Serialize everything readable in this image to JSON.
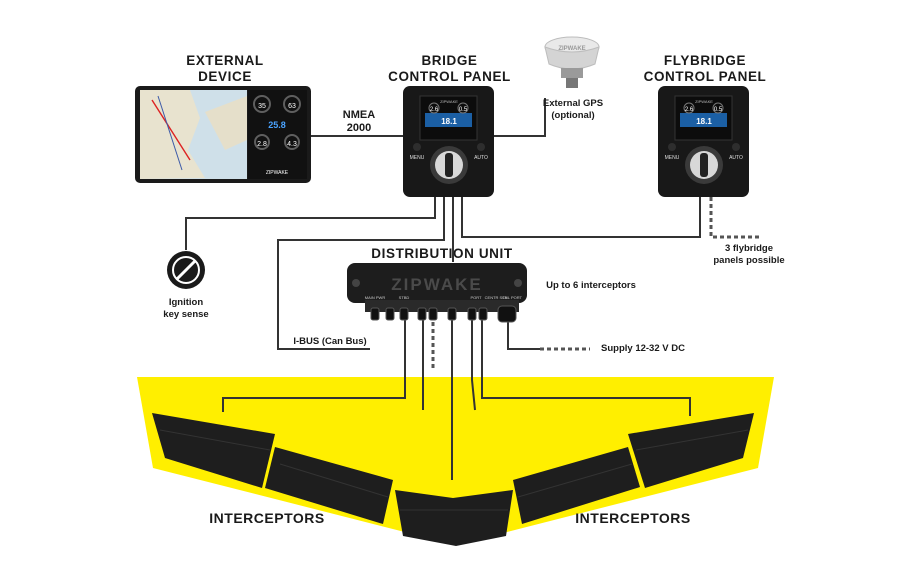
{
  "labels": {
    "external_device": [
      "EXTERNAL",
      "DEVICE"
    ],
    "bridge_panel": [
      "BRIDGE",
      "CONTROL PANEL"
    ],
    "flybridge_panel": [
      "FLYBRIDGE",
      "CONTROL PANEL"
    ],
    "nmea": [
      "NMEA",
      "2000"
    ],
    "external_gps": [
      "External GPS",
      "(optional)"
    ],
    "flybridge_note": [
      "3 flybridge",
      "panels possible"
    ],
    "distribution_unit": "DISTRIBUTION UNIT",
    "up_to_interceptors": "Up to 6 interceptors",
    "ignition": [
      "Ignition",
      "key sense"
    ],
    "ibus": "I-BUS (Can Bus)",
    "supply": "Supply 12-32 V DC",
    "interceptors_left": "INTERCEPTORS",
    "interceptors_right": "INTERCEPTORS"
  },
  "panel": {
    "menu": "MENU",
    "auto": "AUTO",
    "brand": "ZIPWAKE",
    "left_angle": "2.6",
    "right_angle": "0.5",
    "speed": "18.1"
  },
  "display": {
    "brand": "ZIPWAKE",
    "gauge1": "35",
    "gauge2": "63",
    "speed": "25.8",
    "pitch": "2.8",
    "roll": "4.3"
  },
  "dist_unit": {
    "brand": "ZIPWAKE",
    "ports": [
      "MAIN PWR",
      "STBD",
      "PORT",
      "CENTR STB",
      "CNL PORT"
    ]
  },
  "gps": {
    "brand": "ZIPWAKE"
  },
  "colors": {
    "hull": "#ffef00",
    "device_body": "#161616",
    "screen_blue": "#2a84d4",
    "line": "#333333"
  }
}
